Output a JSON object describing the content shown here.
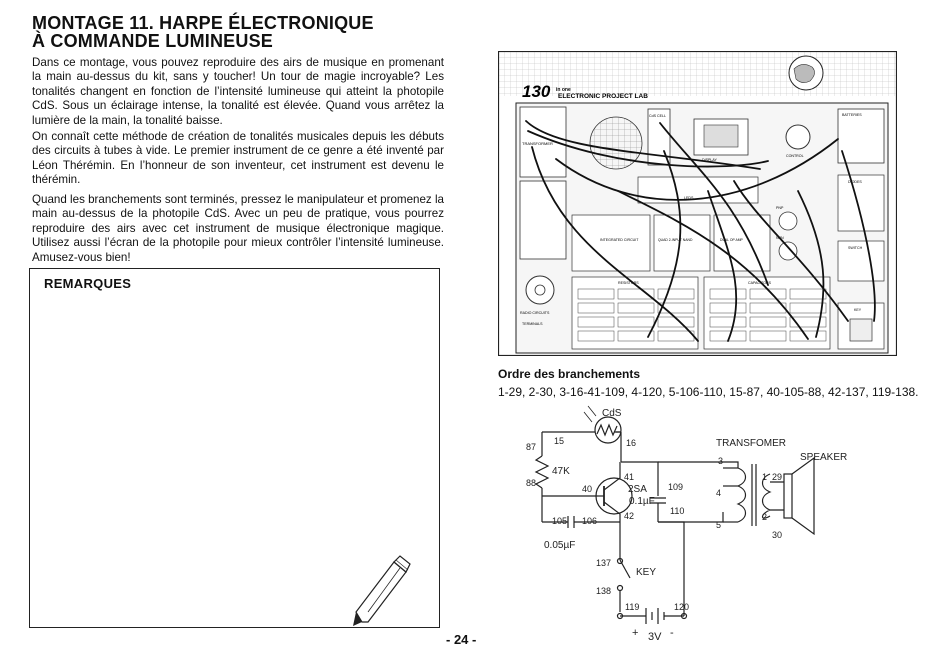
{
  "title": {
    "line1": "MONTAGE 11. HARPE ÉLECTRONIQUE",
    "line2": "À COMMANDE LUMINEUSE"
  },
  "paragraphs": {
    "p1": "Dans ce montage, vous pouvez reproduire des airs de musique en promenant la main au-dessus du kit, sans y toucher! Un tour de magie incroyable? Les tonalités changent en fonction de l’intensité lumineuse qui atteint la photopile CdS. Sous un éclairage intense, la tonalité est élevée. Quand vous arrêtez la lumière de la main, la tonalité baisse.",
    "p2": "On connaît cette méthode de création de tonalités musicales depuis les débuts des circuits à tubes à vide. Le premier instrument de ce genre a été inventé par Léon Thérémin. En l’honneur de son inventeur, cet instrument est devenu le thérémin.",
    "p3": "Quand les branchements sont terminés, pressez le manipulateur et promenez la main au-dessus de la photopile CdS. Avec un peu de pratique, vous pourrez reproduire des airs avec cet instrument de musique électronique magique. Utilisez aussi l’écran de la photopile pour mieux contrôler l’intensité lumineuse. Amusez-vous bien!"
  },
  "remarks": {
    "title": "REMARQUES"
  },
  "page_number": "- 24 -",
  "device": {
    "logo": "130",
    "logo_suffix": "in one",
    "brand": "ELECTRONIC PROJECT LAB",
    "panel_labels": {
      "batteries": "BATTERIES",
      "cds_cell": "CdS CELL",
      "display": "DISPLAY",
      "transformer": "TRANSFORMER",
      "control": "CONTROL",
      "integrated_circuit": "INTEGRATED CIRCUIT",
      "quad_2_input_nand": "QUAD 2-INPUT NAND",
      "dual_op_amp": "DUAL OP AMP",
      "resistors": "RESISTORS",
      "capacitors": "CAPACITORS",
      "radio_circuits": "RADIO CIRCUITS",
      "terminals": "TERMINALS",
      "key": "KEY",
      "switch": "SWITCH",
      "diodes": "DIODES",
      "leds": "LEDS",
      "pnp": "PNP",
      "npn": "NPN",
      "speaker": "SPEAKER"
    }
  },
  "order": {
    "title": "Ordre des branchements",
    "sequence": "1-29, 2-30, 3-16-41-109, 4-120, 5-106-110, 15-87, 40-105-88, 42-137, 119-138."
  },
  "schematic": {
    "cds": "CdS",
    "resistor": "47K",
    "transistor": "2SA",
    "cap1": "0.1µF",
    "cap2": "0.05µF",
    "transformer": "TRANSFOMER",
    "speaker": "SPEAKER",
    "key": "KEY",
    "battery": "3V",
    "plus": "+",
    "minus": "-",
    "terminals": {
      "t15": "15",
      "t16": "16",
      "t87": "87",
      "t88": "88",
      "t41": "41",
      "t40": "40",
      "t42": "42",
      "t109": "109",
      "t110": "110",
      "t105": "105",
      "t106": "106",
      "t3": "3",
      "t4": "4",
      "t5": "5",
      "t1": "1",
      "t2": "2",
      "t29": "29",
      "t30": "30",
      "t137": "137",
      "t138": "138",
      "t119": "119",
      "t120": "120"
    }
  }
}
